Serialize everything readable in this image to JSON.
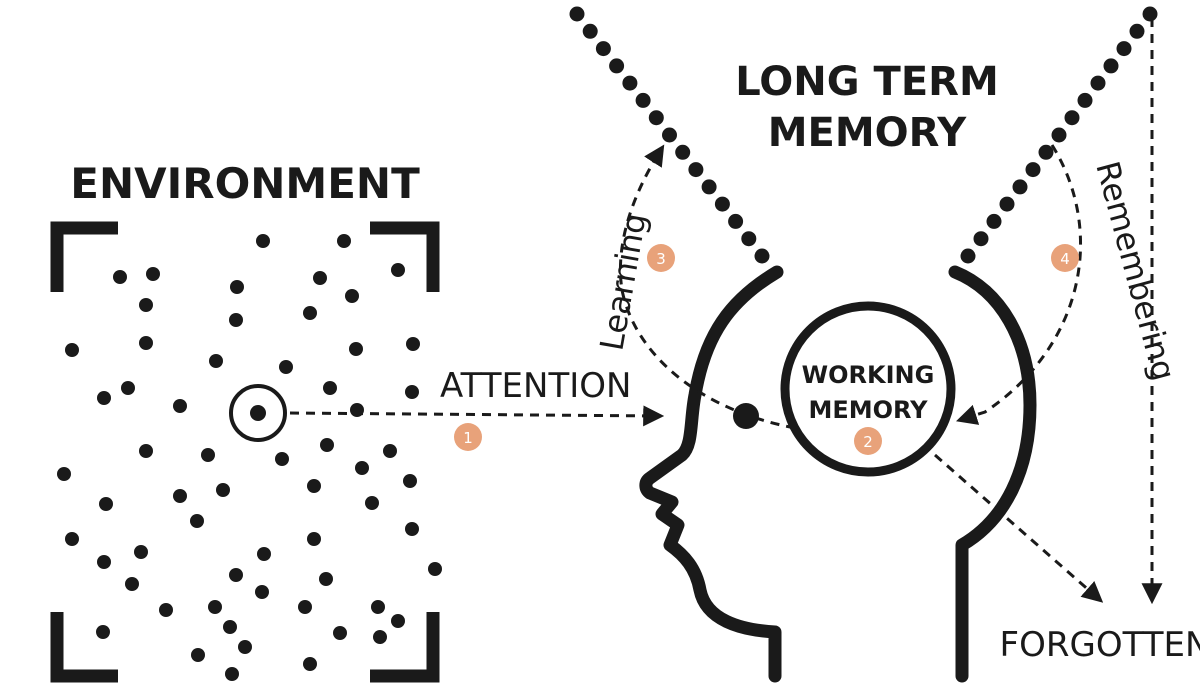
{
  "labels": {
    "environment": "ENVIRONMENT",
    "long_term_memory_line1": "LONG TERM",
    "long_term_memory_line2": "MEMORY",
    "attention": "ATTENTION",
    "working_memory_line1": "WORKING",
    "working_memory_line2": "MEMORY",
    "learning": "Learning",
    "remembering": "Remembering",
    "forgotten": "FORGOTTEN"
  },
  "steps": [
    "1",
    "2",
    "3",
    "4"
  ],
  "colors": {
    "ink": "#1a1a1a",
    "badge": "#e8a27a"
  }
}
